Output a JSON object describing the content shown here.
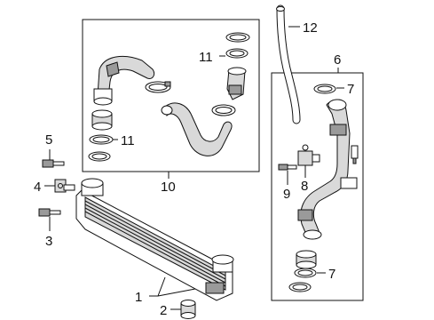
{
  "callouts": {
    "c1": "1",
    "c2": "2",
    "c3": "3",
    "c4": "4",
    "c5": "5",
    "c6": "6",
    "c7a": "7",
    "c7b": "7",
    "c8": "8",
    "c9": "9",
    "c10": "10",
    "c11a": "11",
    "c11b": "11",
    "c12": "12"
  }
}
